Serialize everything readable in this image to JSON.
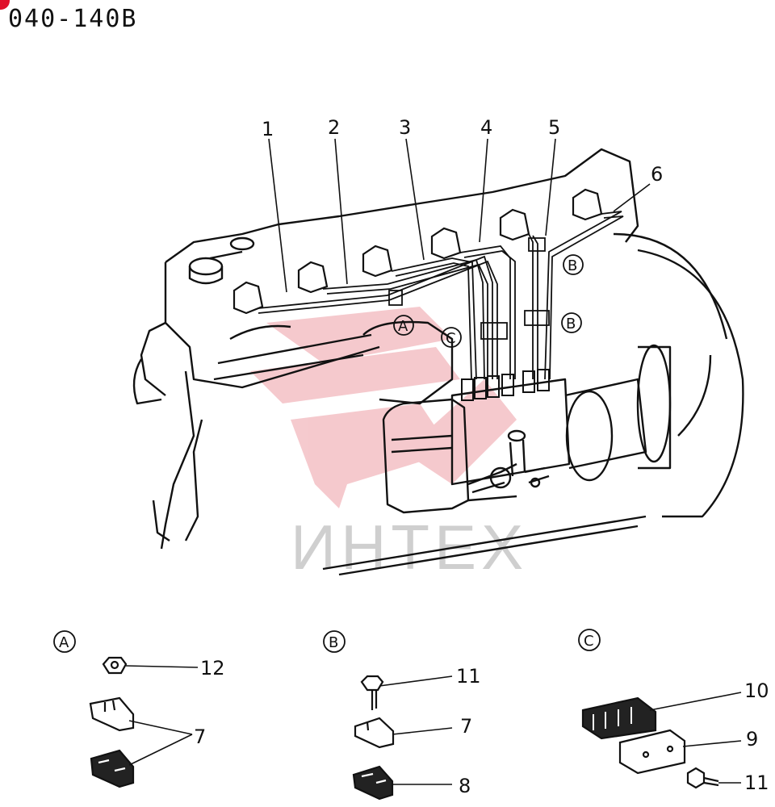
{
  "diagram_code": "040-140B",
  "watermark": "ИНТЕХ",
  "callouts": [
    "1",
    "2",
    "3",
    "4",
    "5",
    "6"
  ],
  "views": {
    "A": {
      "label": "A",
      "parts": [
        "12",
        "7"
      ]
    },
    "B": {
      "label": "B",
      "parts": [
        "11",
        "7",
        "8"
      ]
    },
    "C": {
      "label": "C",
      "parts": [
        "10",
        "9",
        "11"
      ]
    }
  },
  "engine_markers": [
    "A",
    "C",
    "B",
    "B"
  ],
  "colors": {
    "line": "#111111",
    "watermark_logo": "#f2b8bd",
    "watermark_text": "#cfcfcf",
    "dot": "#e0102a"
  }
}
